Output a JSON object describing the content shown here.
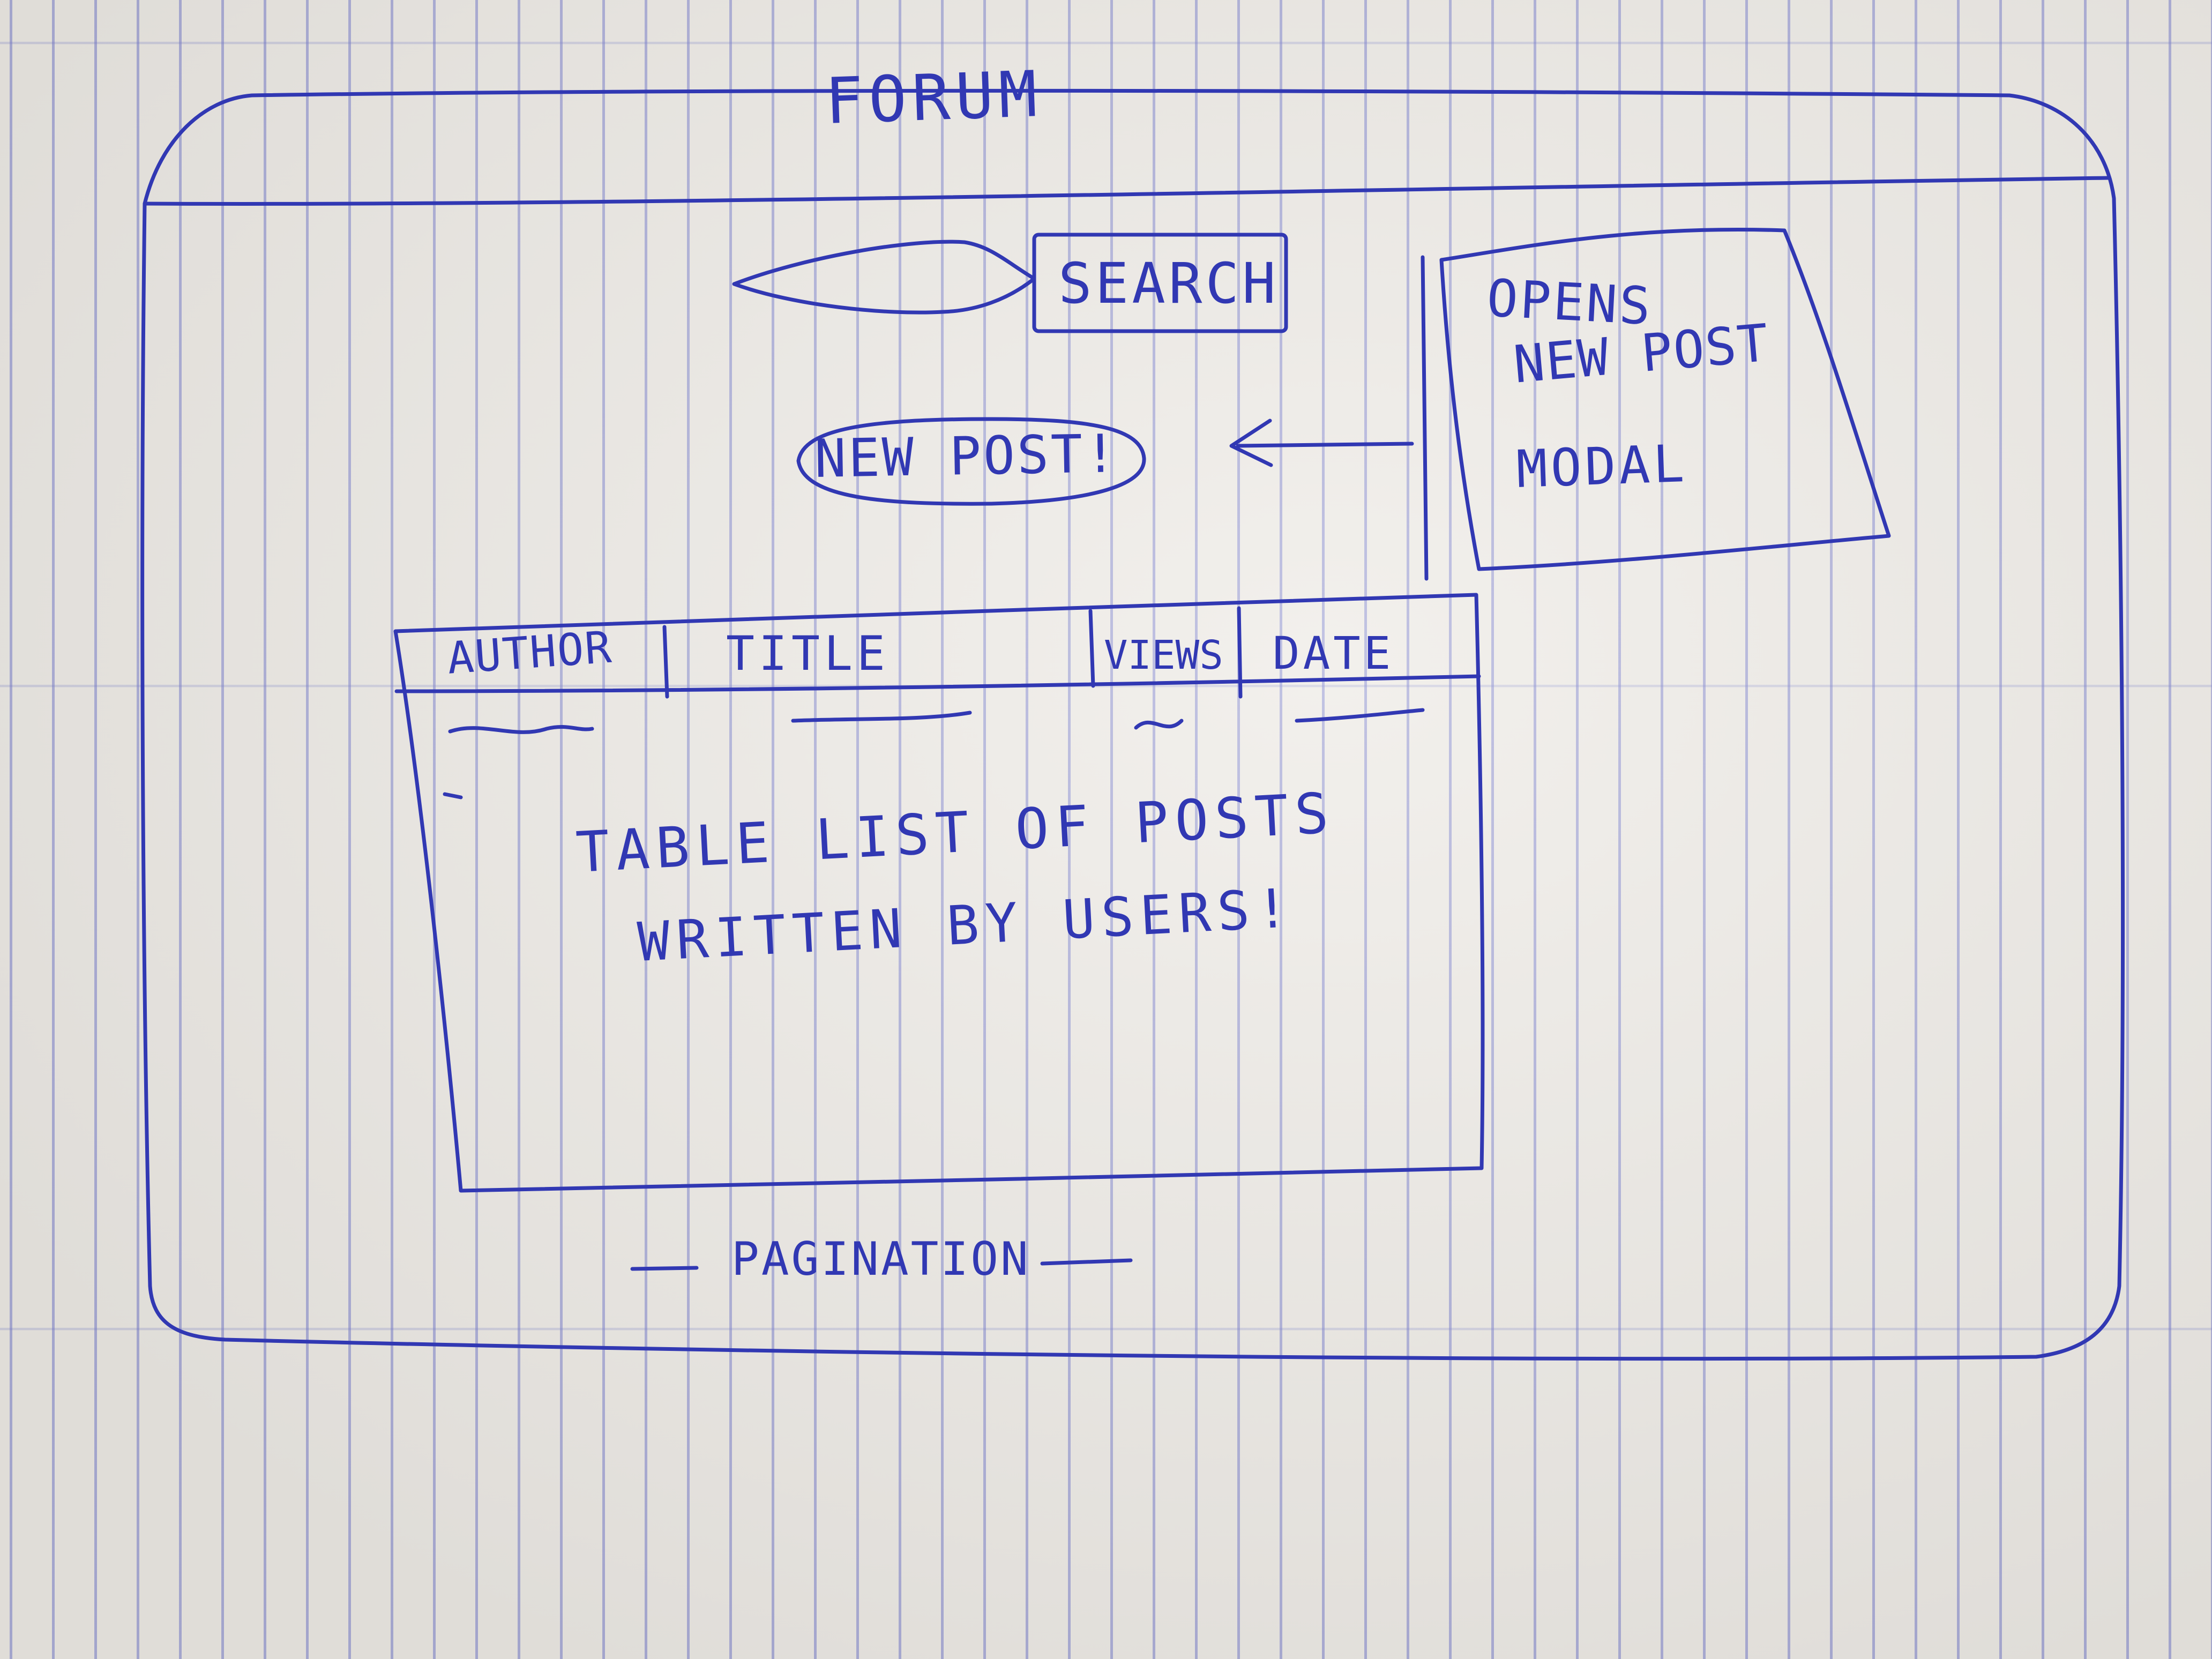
{
  "app": {
    "title": "Forum"
  },
  "search": {
    "input_value": "",
    "button_label": "SEARCH"
  },
  "new_post": {
    "label": "NEW POST!"
  },
  "annotation": {
    "lines": [
      "OPENS",
      "NEW POST",
      "MODAL"
    ]
  },
  "table": {
    "columns": [
      "AUTHOR",
      "TITLE",
      "VIEWS",
      "DATE"
    ],
    "body_note": [
      "TABLE LIST OF POSTS",
      "WRITTEN BY USERS!"
    ]
  },
  "pagination": {
    "label": "PAGINATION"
  },
  "colors": {
    "ink": "#3138b3",
    "paper": "#eeebe6",
    "rule_lines": "#787dcd"
  }
}
